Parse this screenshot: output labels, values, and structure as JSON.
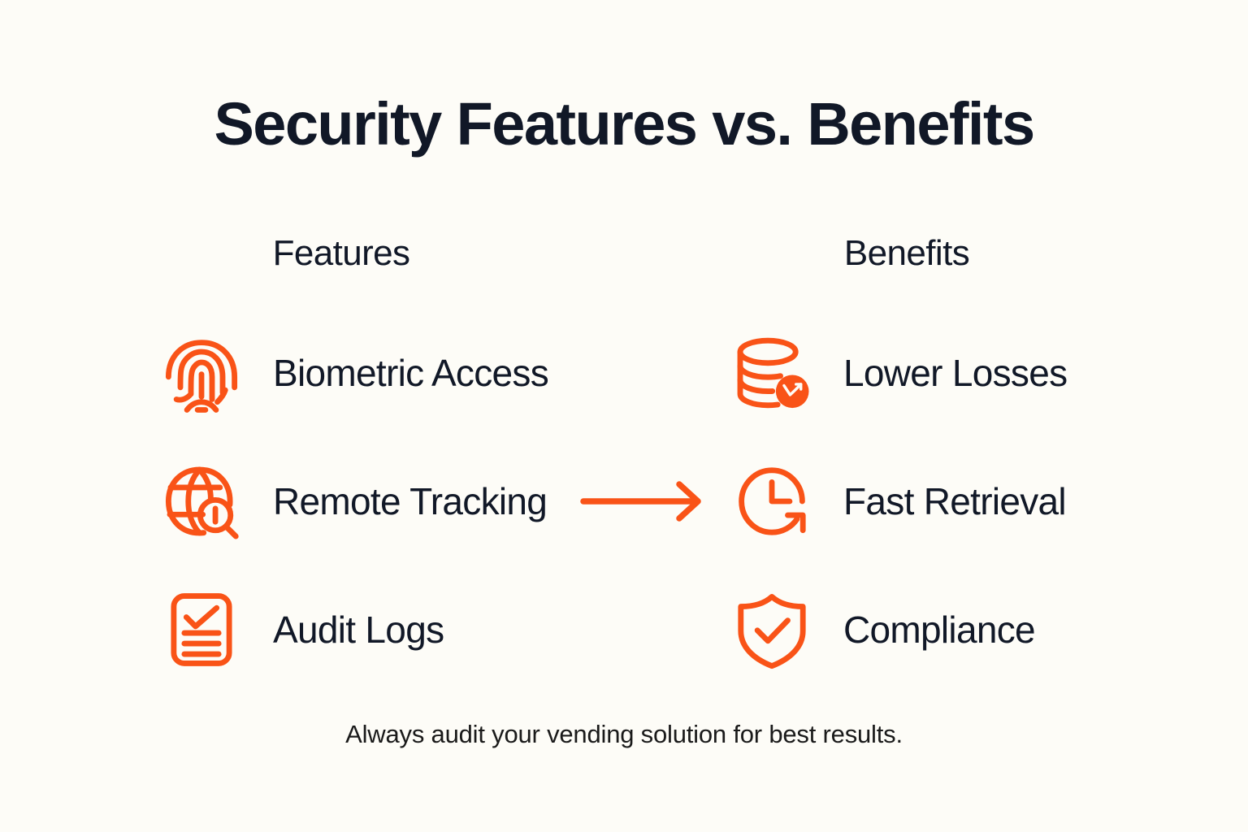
{
  "page": {
    "title": "Security Features vs. Benefits",
    "footnote": "Always audit your vending solution for best results.",
    "background_color": "#FDFCF7",
    "accent_color": "#F95317",
    "text_color": "#111827"
  },
  "columns": {
    "left_header": "Features",
    "right_header": "Benefits"
  },
  "rows": [
    {
      "feature": {
        "label": "Biometric Access",
        "icon": "fingerprint-icon"
      },
      "benefit": {
        "label": "Lower Losses",
        "icon": "database-decline-icon"
      },
      "connector": null
    },
    {
      "feature": {
        "label": "Remote Tracking",
        "icon": "globe-search-icon"
      },
      "benefit": {
        "label": "Fast Retrieval",
        "icon": "clock-arrow-icon"
      },
      "connector": "arrow-right-icon"
    },
    {
      "feature": {
        "label": "Audit Logs",
        "icon": "checklist-document-icon"
      },
      "benefit": {
        "label": "Compliance",
        "icon": "shield-check-icon"
      },
      "connector": null
    }
  ]
}
